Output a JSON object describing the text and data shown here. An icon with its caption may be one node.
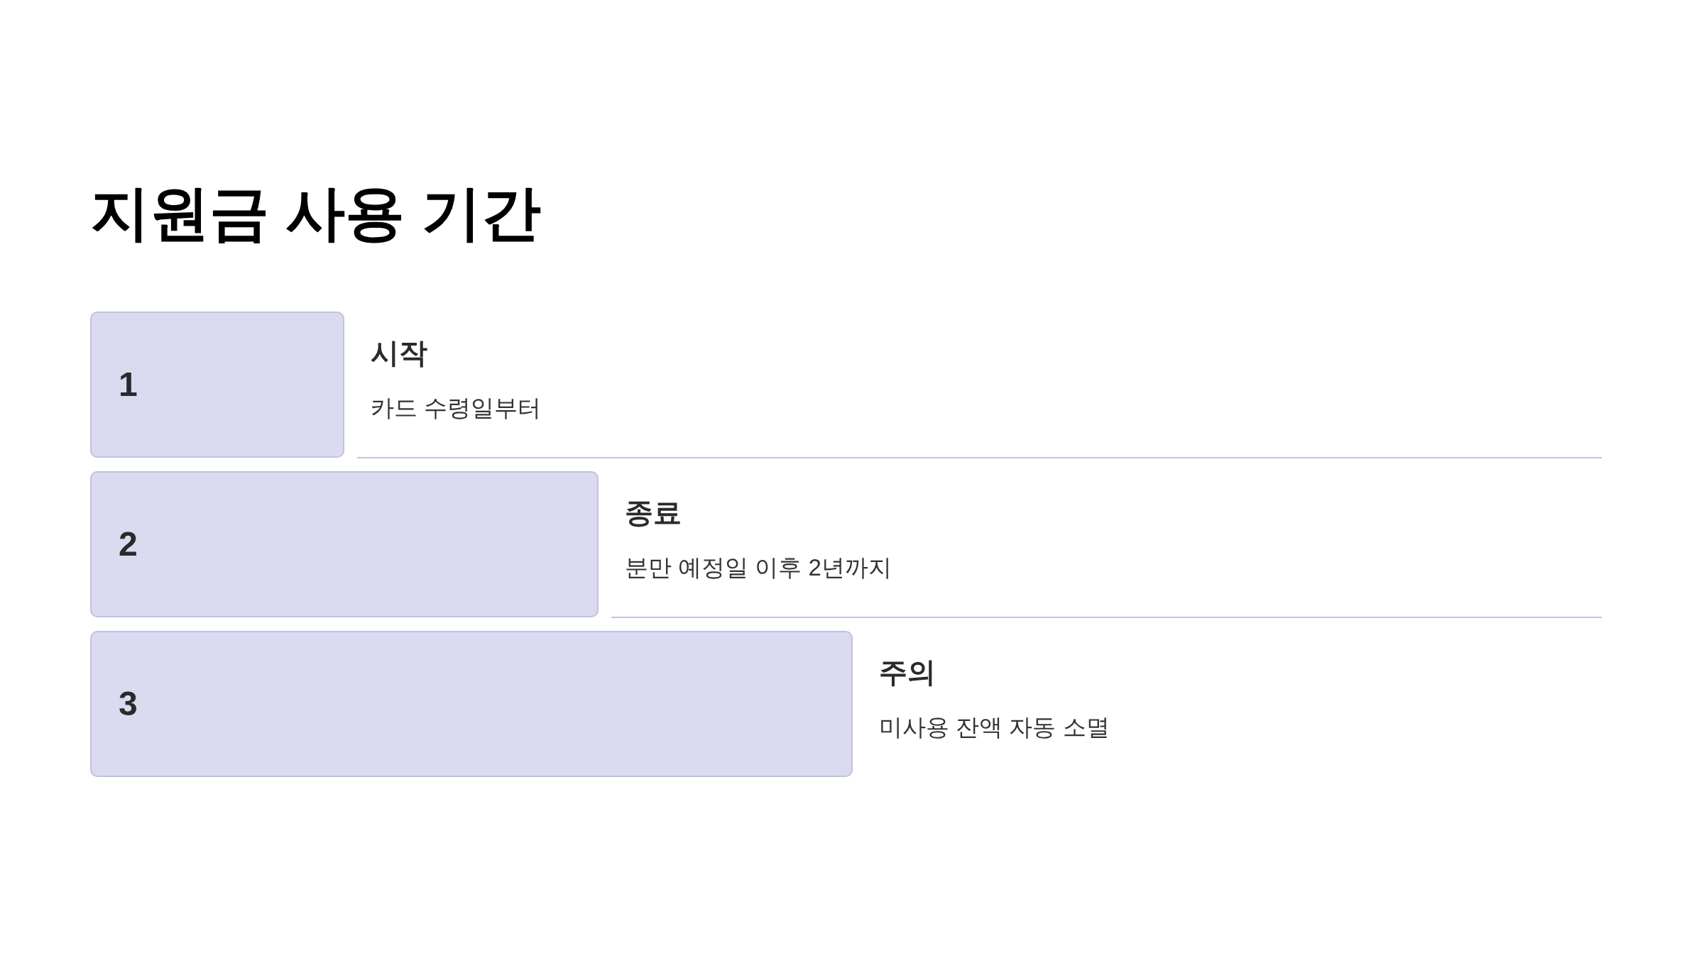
{
  "diagram": {
    "title": "지원금 사용 기간",
    "nodes": [
      {
        "text": [
          "1"
        ],
        "beside": [
          "시작",
          "카드 수령일부터"
        ]
      },
      {
        "text": [
          "2"
        ],
        "beside": [
          "종료",
          "분만 예정일 이후 2년까지"
        ]
      },
      {
        "text": [
          "3"
        ],
        "beside": [
          "주의",
          "미사용 잔액 자동 소멸"
        ]
      }
    ]
  }
}
